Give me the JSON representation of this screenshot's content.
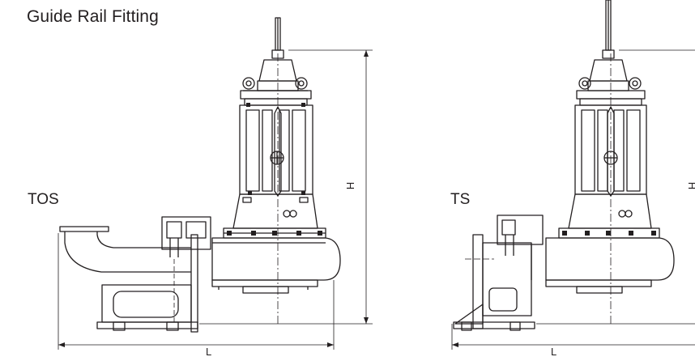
{
  "title": "Guide Rail Fitting",
  "views": [
    {
      "label": "TOS",
      "width_dim": "L",
      "height_dim": "H"
    },
    {
      "label": "TS",
      "width_dim": "L",
      "height_dim": "H"
    }
  ],
  "line_color": "#231f20"
}
